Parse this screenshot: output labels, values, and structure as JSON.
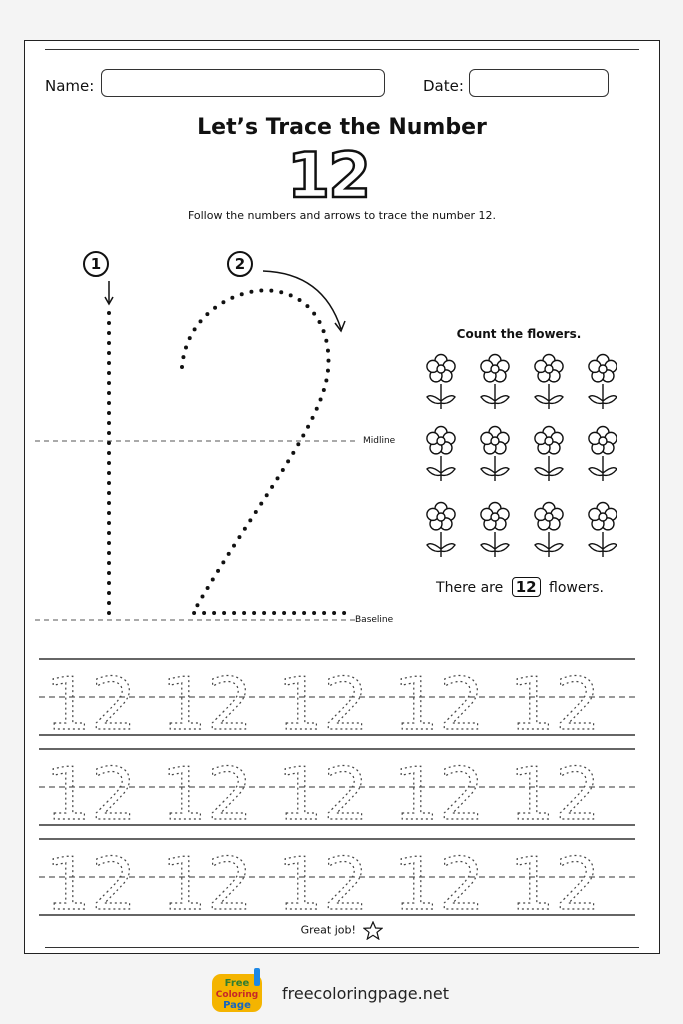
{
  "worksheet": {
    "name_label": "Name:",
    "date_label": "Date:",
    "title": "Let’s Trace the Number",
    "number": "12",
    "instruction": "Follow the numbers and arrows to trace the number 12.",
    "steps": [
      "1",
      "2"
    ],
    "midline_label": "Midline",
    "baseline_label": "Baseline",
    "count_title": "Count the flowers.",
    "count_prefix": "There are",
    "count_value": "12",
    "count_suffix": "flowers.",
    "flower_count": 12,
    "practice_rows": 3,
    "practice_per_row": 5,
    "practice_text": "12",
    "closing": "Great job!",
    "closing_icon": "star-icon"
  },
  "footer": {
    "logo_icon": "free-coloring-page-logo",
    "logo_lines": [
      "Free",
      "Coloring",
      "Page"
    ],
    "site": "freecoloringpage.net"
  }
}
